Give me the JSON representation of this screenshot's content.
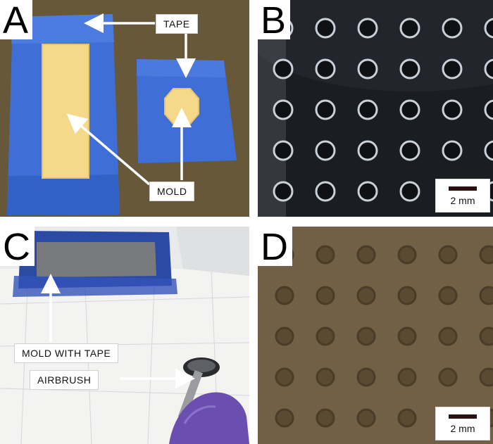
{
  "panels": {
    "a": {
      "letter": "A"
    },
    "b": {
      "letter": "B",
      "scale": "2 mm"
    },
    "c": {
      "letter": "C"
    },
    "d": {
      "letter": "D",
      "scale": "2 mm"
    }
  },
  "callouts": {
    "tape": "TAPE",
    "mold": "MOLD",
    "mold_with_tape": "MOLD WITH TAPE",
    "airbrush": "AIRBRUSH"
  },
  "colors": {
    "tape_blue": "#3f6fd6",
    "mold_yellow": "#f5d98a",
    "table_brown": "#6a5a3a",
    "mold_dark": "#1a1d22",
    "coated_brown": "#6b5a40",
    "glove_purple": "#6a4fb0"
  }
}
